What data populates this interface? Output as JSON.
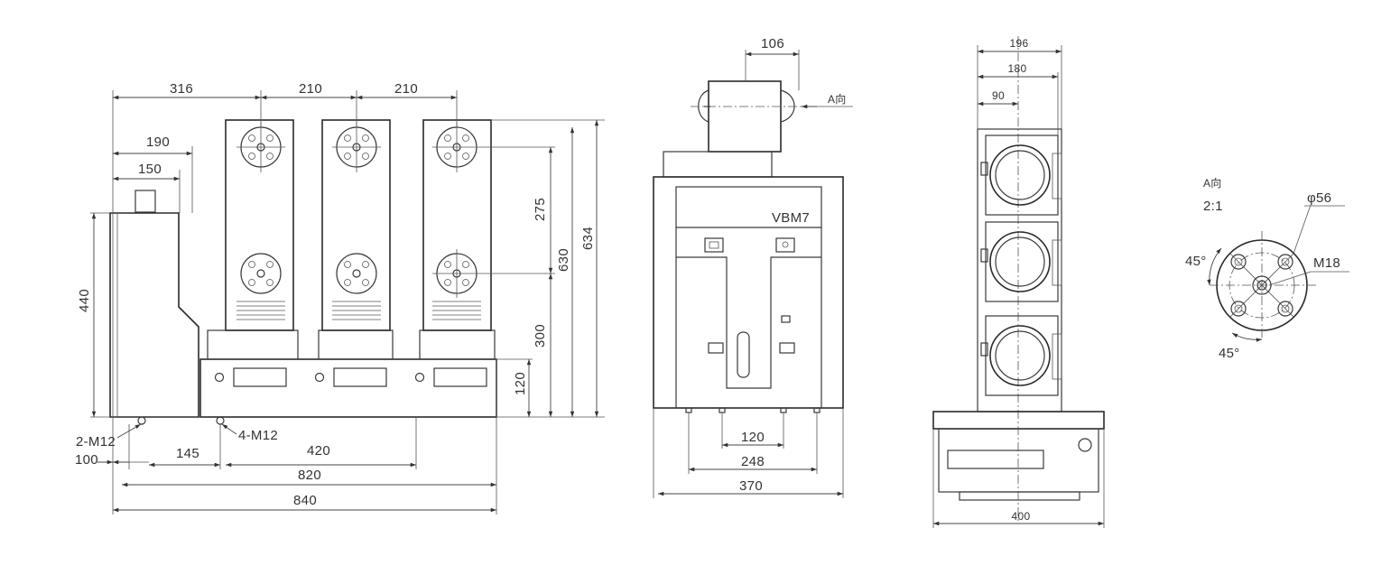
{
  "front_view": {
    "dims": {
      "pitch_left": "316",
      "pitch_1": "210",
      "pitch_2": "210",
      "box_outer": "190",
      "box_inner": "150",
      "box_height": "440",
      "upper_gap": "275",
      "lower_gap": "300",
      "base_height": "120",
      "height_630": "630",
      "height_634": "634",
      "bolt_left": "2-M12",
      "bolt_right": "4-M12",
      "offset_100": "100",
      "offset_145": "145",
      "span_420": "420",
      "span_820": "820",
      "span_840": "840"
    }
  },
  "side_view": {
    "model_label": "VBM7",
    "view_arrow_label": "A向",
    "dims": {
      "top_width": "106",
      "foot_spacing": "120",
      "foot_outer": "248",
      "total_width": "370"
    }
  },
  "top_view": {
    "dims": {
      "w196": "196",
      "w180": "180",
      "w90": "90",
      "w400": "400"
    }
  },
  "detail_view": {
    "title": "A向",
    "scale": "2:1",
    "diameter": "φ56",
    "thread": "M18",
    "angle_top": "45°",
    "angle_bottom": "45°"
  }
}
